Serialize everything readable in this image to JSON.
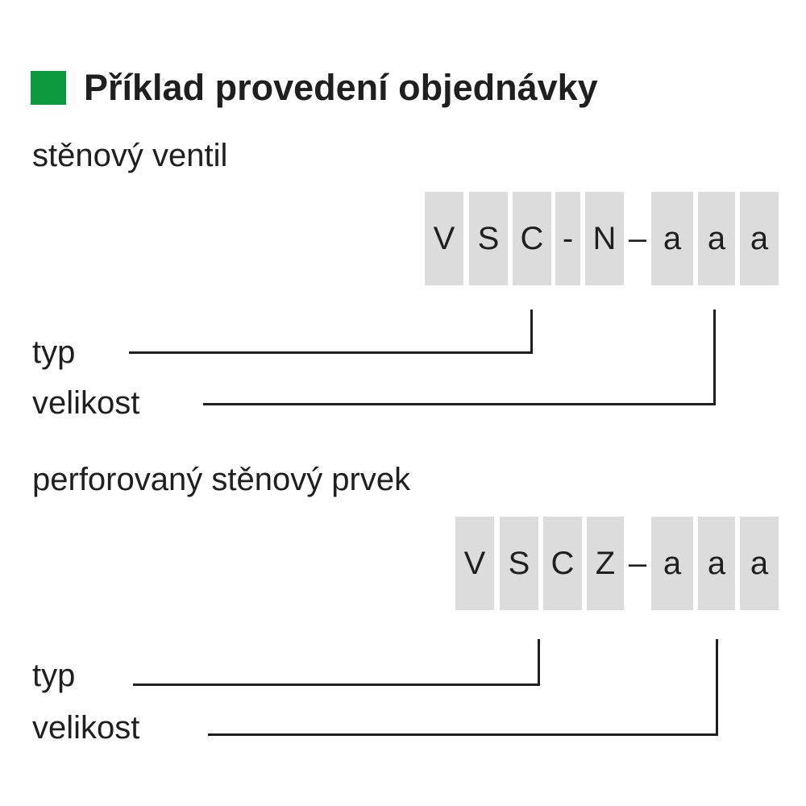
{
  "heading": {
    "title": "Příklad provedení objednávky",
    "accent_color": "#0d9a3d"
  },
  "examples": [
    {
      "title": "stěnový ventil",
      "code_cells": [
        "V",
        "S",
        "C",
        "-",
        "N",
        "–",
        "a",
        "a",
        "a"
      ],
      "label_type": "typ",
      "label_size": "velikost"
    },
    {
      "title": "perforovaný stěnový prvek",
      "code_cells": [
        "V",
        "S",
        "C",
        "Z",
        "–",
        "a",
        "a",
        "a"
      ],
      "label_type": "typ",
      "label_size": "velikost"
    }
  ],
  "colors": {
    "box_fill": "#dcdcdc",
    "text": "#1f1f1f"
  }
}
